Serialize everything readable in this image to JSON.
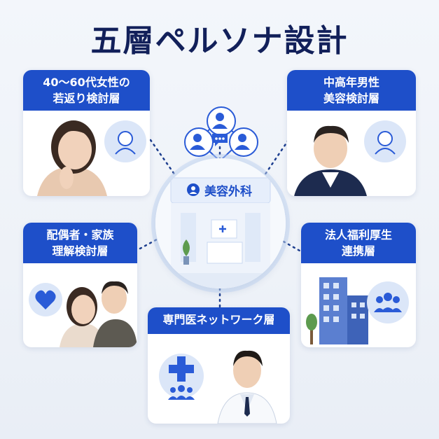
{
  "title": "五層ペルソナ設計",
  "center": {
    "label": "美容外科"
  },
  "layers": [
    {
      "id": "women",
      "lines": [
        "40〜60代女性の",
        "若返り検討層"
      ]
    },
    {
      "id": "men",
      "lines": [
        "中高年男性",
        "美容検討層"
      ]
    },
    {
      "id": "partner",
      "lines": [
        "配偶者・家族",
        "理解検討層"
      ]
    },
    {
      "id": "corporate",
      "lines": [
        "法人福利厚生",
        "連携層"
      ]
    },
    {
      "id": "specialist",
      "lines": [
        "専門医ネットワーク層"
      ]
    }
  ],
  "colors": {
    "accent": "#1e4fc9",
    "title": "#12205a",
    "icon_light": "#dbe6f8"
  }
}
